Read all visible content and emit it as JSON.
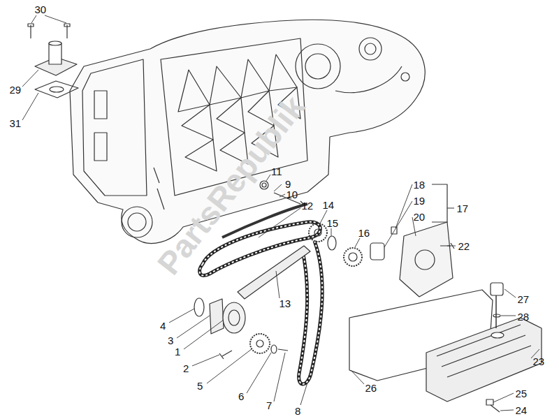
{
  "diagram": {
    "labels": [
      "30",
      "29",
      "31",
      "11",
      "9",
      "10",
      "12",
      "14",
      "18",
      "19",
      "20",
      "17",
      "15",
      "16",
      "22",
      "13",
      "4",
      "3",
      "1",
      "2",
      "5",
      "6",
      "7",
      "8",
      "27",
      "28",
      "26",
      "23",
      "25",
      "24",
      "PartsRepublik"
    ]
  }
}
